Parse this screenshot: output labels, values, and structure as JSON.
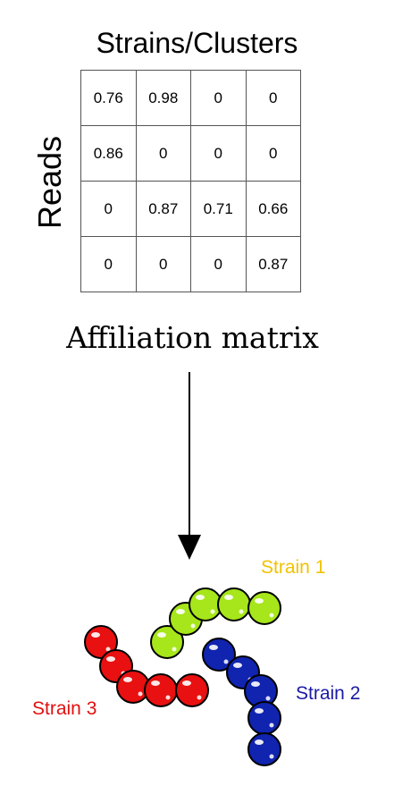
{
  "title": "Strains/Clusters",
  "row_axis_label": "Reads",
  "matrix": [
    [
      "0.76",
      "0.98",
      "0",
      "0"
    ],
    [
      "0.86",
      "0",
      "0",
      "0"
    ],
    [
      "0",
      "0.87",
      "0.71",
      "0.66"
    ],
    [
      "0",
      "0",
      "0",
      "0.87"
    ]
  ],
  "caption": "Affiliation matrix",
  "strains": [
    {
      "label": "Strain 1",
      "color": "#a6e61a"
    },
    {
      "label": "Strain 2",
      "color": "#1024b0"
    },
    {
      "label": "Strain 3",
      "color": "#e81010"
    }
  ]
}
